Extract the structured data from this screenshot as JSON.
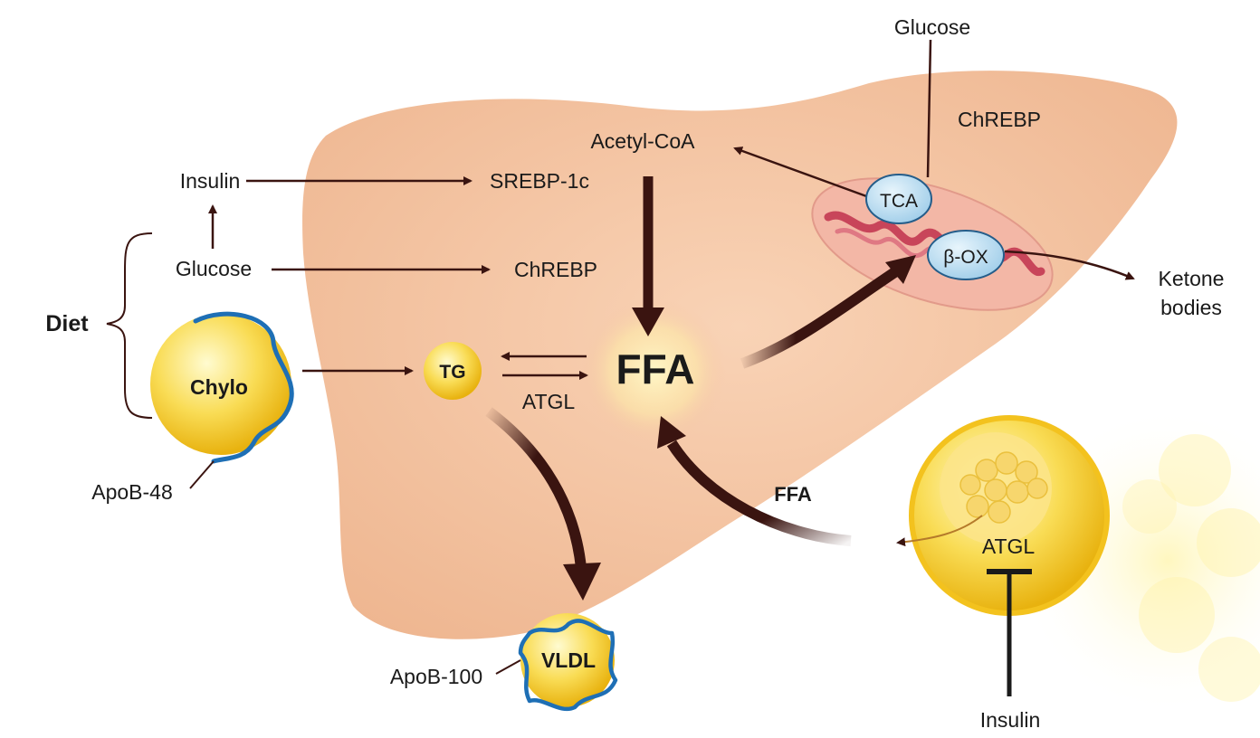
{
  "labels": {
    "glucose_top": "Glucose",
    "chrebp_top": "ChREBP",
    "acetyl_coa": "Acetyl-CoA",
    "insulin_left": "Insulin",
    "srebp": "SREBP-1c",
    "glucose_left": "Glucose",
    "chrebp_mid": "ChREBP",
    "diet": "Diet",
    "chylo": "Chylo",
    "apob48": "ApoB-48",
    "tg": "TG",
    "atgl_liver": "ATGL",
    "ffa_center": "FFA",
    "ffa_arrow": "FFA",
    "tca": "TCA",
    "box": "β-OX",
    "ketone_1": "Ketone",
    "ketone_2": "bodies",
    "vldl": "VLDL",
    "apob100": "ApoB-100",
    "atgl_adipose": "ATGL",
    "insulin_bottom": "Insulin"
  },
  "colors": {
    "liver": "#f4c3a2",
    "arrow": "#3a1410",
    "lipid_yellow": "#f6cc2c",
    "apo_blue": "#1e6fb5",
    "organelle_blue": "#bfe0f3",
    "mito_red": "#c8455a"
  }
}
